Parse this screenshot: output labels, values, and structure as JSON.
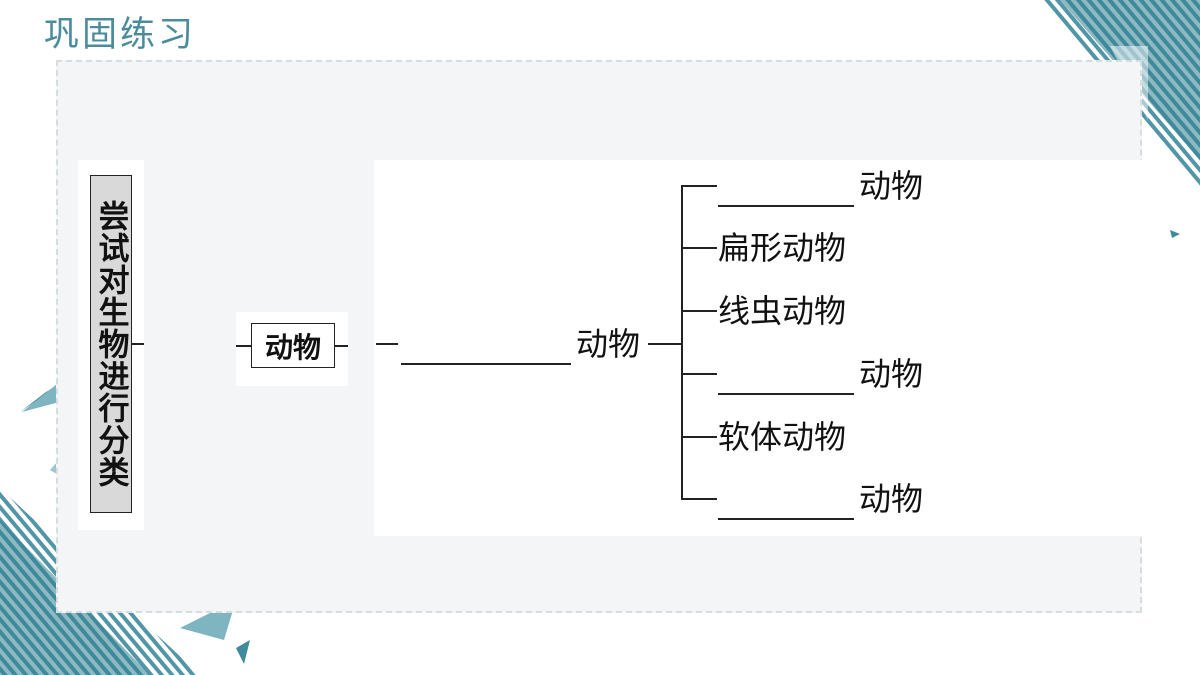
{
  "slide": {
    "title": "巩固练习"
  },
  "diagram": {
    "root_label": "尝试对生物进行分类",
    "level1_label": "动物",
    "level2_suffix": "动物",
    "branches": [
      {
        "text": "动物",
        "blank": true
      },
      {
        "text": "扁形动物",
        "blank": false
      },
      {
        "text": "线虫动物",
        "blank": false
      },
      {
        "text": "动物",
        "blank": true
      },
      {
        "text": "软体动物",
        "blank": false
      },
      {
        "text": "动物",
        "blank": true
      }
    ]
  },
  "colors": {
    "accent": "#4a8c9c",
    "accent_dark": "#2e6f80",
    "root_box_fill": "#d9d9d9"
  }
}
